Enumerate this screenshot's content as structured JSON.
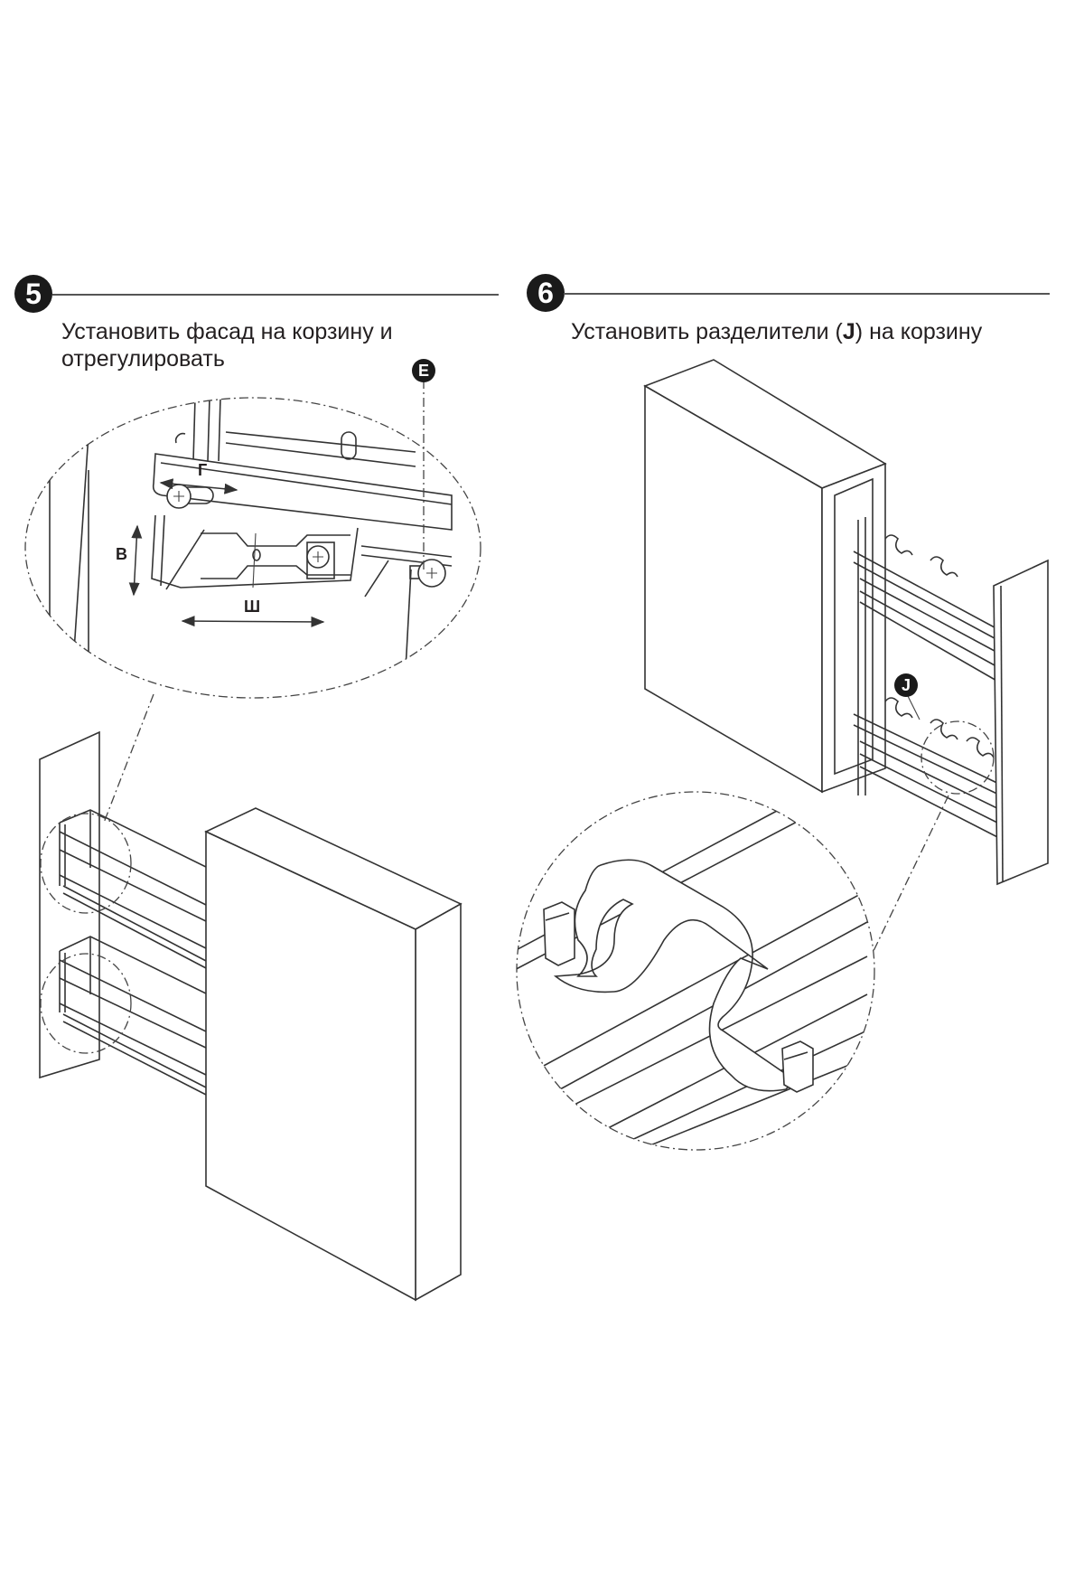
{
  "steps": [
    {
      "number": "5",
      "text_line1": "Установить фасад на корзину и",
      "text_line2": "отрегулировать",
      "callouts": [
        {
          "letter": "E",
          "meaning": "screw"
        }
      ],
      "dimension_labels": {
        "depth": "Г",
        "height": "В",
        "width": "Ш"
      }
    },
    {
      "number": "6",
      "text_prefix": "Установить разделители (",
      "text_bold": "J",
      "text_suffix": ") на корзину",
      "callouts": [
        {
          "letter": "J",
          "meaning": "divider"
        }
      ]
    }
  ],
  "colors": {
    "ink": "#231f20",
    "badge": "#1a1a1a",
    "background": "#ffffff"
  }
}
